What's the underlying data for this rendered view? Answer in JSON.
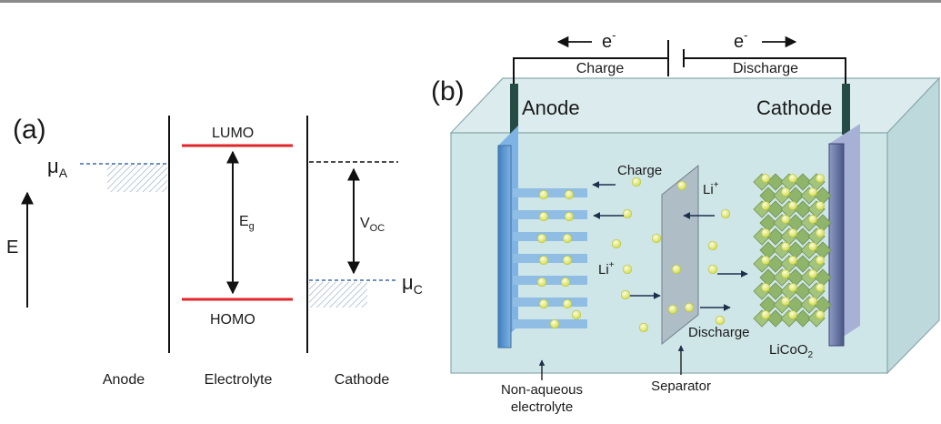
{
  "panel_a": {
    "panel_label": "(a)",
    "mu_a": {
      "symbol": "μ",
      "sub": "A"
    },
    "mu_c": {
      "symbol": "μ",
      "sub": "C"
    },
    "energy_axis_label": "E",
    "lumo_label": "LUMO",
    "homo_label": "HOMO",
    "gap_label": {
      "main": "E",
      "sub": "g"
    },
    "voltage_label": {
      "main": "V",
      "sub": "OC"
    },
    "columns": [
      "Anode",
      "Electrolyte",
      "Cathode"
    ],
    "colors": {
      "level_red": "#e0262a",
      "mu_blue": "#6f8fc0",
      "hatch": "#9fb0c8"
    }
  },
  "panel_b": {
    "panel_label": "(b)",
    "electron_left": {
      "main": "e",
      "sup": "-"
    },
    "electron_right": {
      "main": "e",
      "sup": "-"
    },
    "charge_top": "Charge",
    "discharge_top": "Discharge",
    "anode_label": "Anode",
    "cathode_label": "Cathode",
    "charge_inner": "Charge",
    "discharge_inner": "Discharge",
    "li_ion_upper": {
      "main": "Li",
      "sup": "+"
    },
    "li_ion_lower": {
      "main": "Li",
      "sup": "+"
    },
    "cathode_material": {
      "main": "LiCoO",
      "sub": "2"
    },
    "electrolyte_label": [
      "Non-aqueous",
      "electrolyte"
    ],
    "separator_label": "Separator",
    "colors": {
      "box_front": "#cfe6e8",
      "anode_bar": "#4f8ecb",
      "cathode_bar": "#5d6ea0",
      "graphite": "#8fbde3",
      "ion": "#eef27a",
      "cathode_crystal": "#8fb56a"
    }
  }
}
